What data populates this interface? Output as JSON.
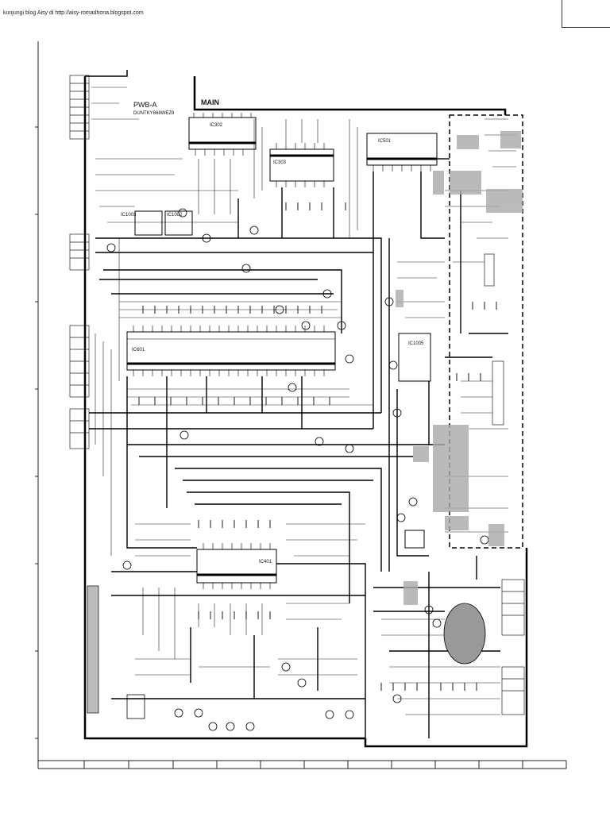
{
  "header_text": "kunjungi blog Aisy di http://aisy-romadhona.blogspot.com",
  "board": {
    "name": "PWB-A",
    "part_no": "DUNTKY868WEZ9",
    "section": "MAIN"
  },
  "ic_labels": {
    "ic302": "IC302",
    "ic303": "IC303",
    "ic501": "IC501",
    "ic1003": "IC1003",
    "ic1002": "IC1002",
    "ic601": "IC601",
    "ic1005": "IC1005",
    "ic401": "IC401"
  }
}
